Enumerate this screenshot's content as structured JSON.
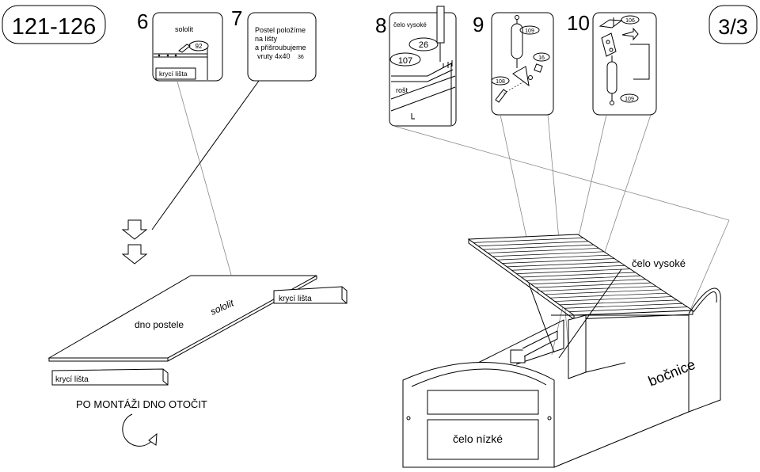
{
  "header": {
    "model_range": "121-126",
    "page": "3/3"
  },
  "steps": [
    {
      "number": "6",
      "labels": {
        "board": "sololit",
        "part": "92",
        "strip": "krycí lišta"
      }
    },
    {
      "number": "7",
      "text_lines": [
        "Postel položíme",
        "na lišty",
        "a přišroubujeme",
        "vruty 4x40"
      ],
      "part": "36"
    },
    {
      "number": "8",
      "labels": {
        "headboard": "čelo vysoké",
        "part_a": "26",
        "part_b": "107",
        "slats": "rošt"
      }
    },
    {
      "number": "9",
      "parts": [
        "109",
        "16",
        "108"
      ]
    },
    {
      "number": "10",
      "parts": [
        "106",
        "109"
      ]
    }
  ],
  "left_assembly": {
    "board_name": "dno postele",
    "board_material": "sololit",
    "strip_top": "krycí lišta",
    "strip_bottom": "krycí lišta",
    "instruction": "PO MONTÁŽI DNO OTOČIT"
  },
  "right_assembly": {
    "high_headboard": "čelo vysoké",
    "side_panel": "bočnice",
    "low_footboard": "čelo nízké"
  }
}
